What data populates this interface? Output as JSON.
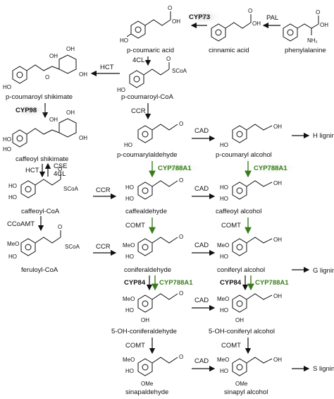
{
  "compounds": {
    "phenylalanine": "phenylalanine",
    "cinnamic_acid": "cinnamic acid",
    "p_coumaric_acid": "p-coumaric acid",
    "p_coumaroyl_coa": "p-coumaroyl-CoA",
    "p_coumaroyl_shikimate": "p-coumaroyl shikimate",
    "caffeoyl_shikimate": "caffeoyl shikimate",
    "caffeoyl_coa": "caffeoyl-CoA",
    "feruloyl_coa": "feruloyl-CoA",
    "p_coumaraldehyde": "p-coumarylaldehyde",
    "p_coumaryl_alcohol": "p-coumaryl alcohol",
    "caffealdehyde": "caffealdehyde",
    "caffeoyl_alcohol": "caffeoyl alcohol",
    "coniferaldehyde": "coniferaldehyde",
    "coniferyl_alcohol": "coniferyl alcohol",
    "oh_coniferaldehyde": "5-OH-coniferaldehyde",
    "oh_coniferyl_alcohol": "5-OH-coniferyl alcohol",
    "sinapaldehyde": "sinapaldehyde",
    "sinapyl_alcohol": "sinapyl alcohol"
  },
  "lignins": {
    "h": "H lignin",
    "g": "G lignin",
    "s": "S lignin"
  },
  "enzymes": {
    "pal": "PAL",
    "cyp73": "CYP73",
    "fourcl": "4CL",
    "hct1": "HCT",
    "cyp98": "CYP98",
    "hct2": "HCT",
    "cse": "CSE",
    "fourcl2": "4CL",
    "ccoamt": "CCoAMT",
    "ccr1": "CCR",
    "ccr2": "CCR",
    "ccr3": "CCR",
    "cad1": "CAD",
    "cad2": "CAD",
    "cad3": "CAD",
    "cad4": "CAD",
    "cad5": "CAD",
    "cyp788a1_a": "CYP788A1",
    "cyp788a1_b": "CYP788A1",
    "comt1": "COMT",
    "comt2": "COMT",
    "comt3": "COMT",
    "comt4": "COMT",
    "cyp84_a": "CYP84",
    "cyp788a1_c": "CYP788A1",
    "cyp84_b": "CYP84",
    "cyp788a1_d": "CYP788A1"
  },
  "atoms": {
    "oh": "OH",
    "ho": "HO",
    "o": "O",
    "scoa": "SCoA",
    "meo": "MeO",
    "ome": "OMe",
    "nh2": "NH₂"
  },
  "colors": {
    "accent_green": "#3a7d1c",
    "highlight_grey": "#e6e6e6",
    "ink": "#111111"
  }
}
